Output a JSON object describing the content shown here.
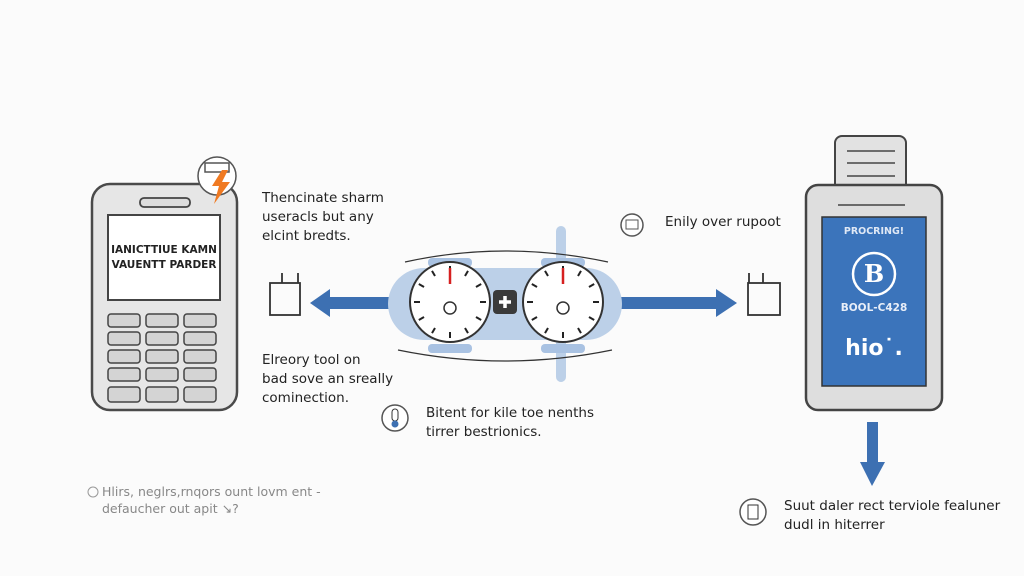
{
  "left_device": {
    "screen_lines": [
      "IANICTTIUE KAMN",
      "VAUENTT PARDER"
    ]
  },
  "callouts": {
    "top_left": [
      "Thencinate sharm",
      "useracls but any",
      "elcint bredts."
    ],
    "mid_left": [
      "Elreory tool on",
      "bad sove an sreally",
      "cominection."
    ],
    "center_bottom": [
      "Bitent for kile toe nenths",
      "tirrer bestrionics."
    ],
    "top_right": [
      "Enily over rupoot"
    ],
    "bottom_right": [
      "Suut daler rect terviole fealuner",
      "dudl in hiterrer"
    ],
    "bottom_left": [
      "Hlirs, neglrs,rnqors ount lovm ent -",
      "defaucher out apit ↘?"
    ]
  },
  "right_device": {
    "status": "PROCRING!",
    "coin_symbol": "B",
    "code": "BOOL-C428",
    "brand": "hio˙."
  },
  "colors": {
    "accent_blue": "#3d70b2",
    "pill_blue": "#bcd0e8",
    "bolt_orange": "#f07a22",
    "needle_red": "#d62020"
  }
}
